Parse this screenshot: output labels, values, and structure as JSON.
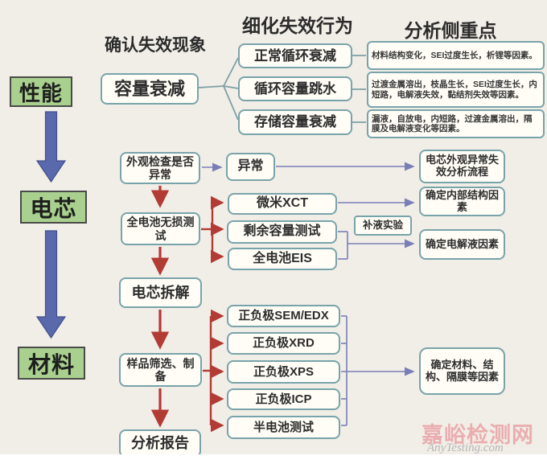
{
  "headers": {
    "confirm": "确认失效现象",
    "refine": "细化失效行为",
    "focus": "分析侧重点"
  },
  "stages": {
    "performance": "性能",
    "cell": "电芯",
    "material": "材料"
  },
  "nodes": {
    "capacity_fade": "容量衰减",
    "normal_cycle_fade": "正常循环衰减",
    "cycle_capacity_dive": "循环容量跳水",
    "storage_capacity_fade": "存储容量衰减",
    "focus_normal": "材料结构变化，SEI过度生长，析锂等因素。",
    "focus_dive": "过渡金属溶出，枝晶生长，SEI过度生长，内短路，电解液失效，黏结剂失效等因素。",
    "focus_storage": "漏液，自放电，内短路，过渡金属溶出，隔膜及电解液变化等因素。",
    "visual_inspection": "外观检查是否异常",
    "abnormal": "异常",
    "abnormal_flow": "电芯外观异常失效分析流程",
    "full_cell_ndt": "全电池无损测试",
    "micro_xct": "微米XCT",
    "residual_capacity_test": "剩余容量测试",
    "full_cell_eis": "全电池EIS",
    "refill_experiment": "补液实验",
    "internal_structure": "确定内部结构因素",
    "electrolyte_factor": "确定电解液因素",
    "cell_disassembly": "电芯拆解",
    "sample_screening": "样品筛选、制备",
    "electrode_sem_edx": "正负极SEM/EDX",
    "electrode_xrd": "正负极XRD",
    "electrode_xps": "正负极XPS",
    "electrode_icp": "正负极ICP",
    "half_cell_test": "半电池测试",
    "material_factors": "确定材料、结构、隔膜等因素",
    "analysis_report": "分析报告"
  },
  "watermark": {
    "cn": "嘉峪检测网",
    "en": "AnyTesting.com"
  },
  "colors": {
    "background": "#f1eee7",
    "box_border_teal": "#79a3aa",
    "box_fill": "#fffdf6",
    "stage_green": "#a9d08e",
    "arrow_red": "#b23b35",
    "arrow_purple": "#7a7eb8",
    "big_arrow_blue": "#5a68ac",
    "watermark_pink": "#e9a4a7"
  }
}
